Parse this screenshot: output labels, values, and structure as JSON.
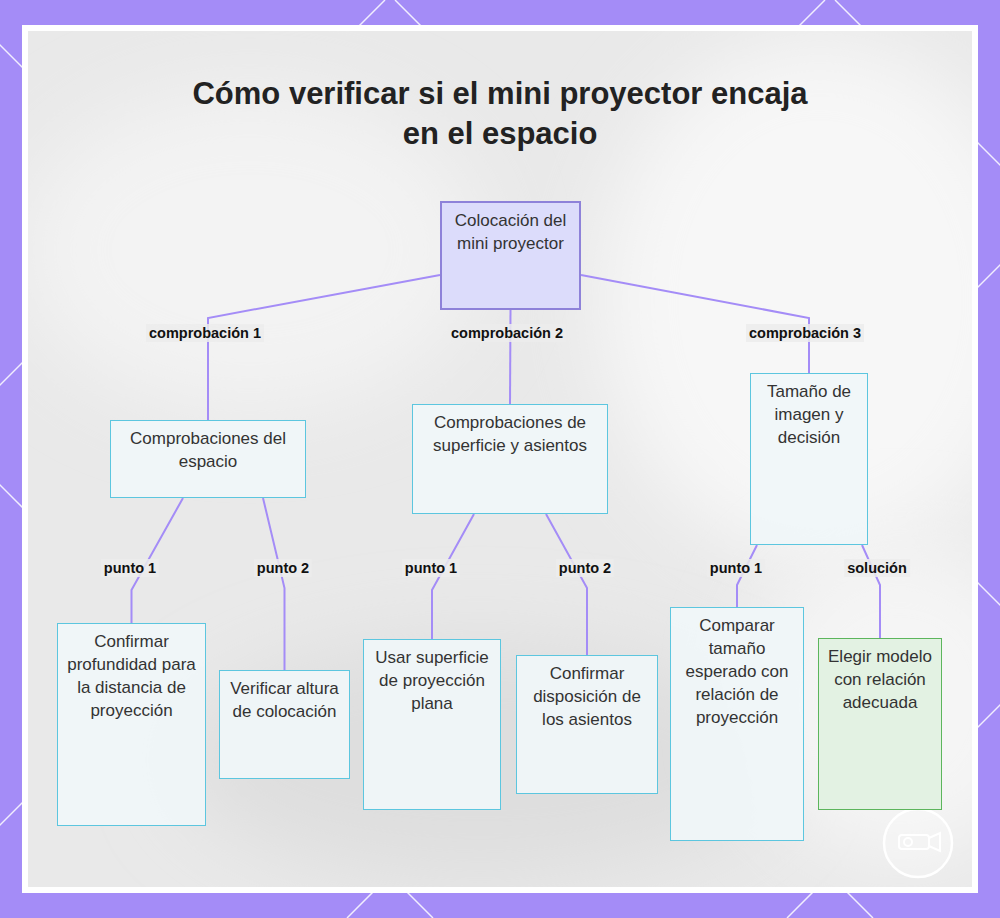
{
  "diagram": {
    "title": "Cómo verificar si el mini proyector encaja en el espacio",
    "nodes": [
      {
        "text": [
          "Colocación del mini proyector"
        ]
      },
      {
        "text": [
          "Comprobaciones del espacio"
        ]
      },
      {
        "text": [
          "Comprobaciones de superficie y asientos"
        ]
      },
      {
        "text": [
          "Tamaño de imagen y decisión"
        ]
      },
      {
        "text": [
          "Confirmar profundidad para la distancia de proyección"
        ]
      },
      {
        "text": [
          "Verificar altura de colocación"
        ]
      },
      {
        "text": [
          "Usar superficie de proyección plana"
        ]
      },
      {
        "text": [
          "Confirmar disposición de los asientos"
        ]
      },
      {
        "text": [
          "Comparar tamaño esperado con relación de proyección"
        ]
      },
      {
        "text": [
          "Elegir modelo con relación adecuada"
        ]
      }
    ],
    "edges": [
      {
        "from": 0,
        "to": 1,
        "arrow": "none",
        "label": "comprobación 1"
      },
      {
        "from": 0,
        "to": 2,
        "arrow": "none",
        "label": "comprobación 2"
      },
      {
        "from": 0,
        "to": 3,
        "arrow": "none",
        "label": "comprobación 3"
      },
      {
        "from": 1,
        "to": 4,
        "arrow": "none",
        "label": "punto 1"
      },
      {
        "from": 1,
        "to": 5,
        "arrow": "none",
        "label": "punto 2"
      },
      {
        "from": 2,
        "to": 6,
        "arrow": "none",
        "label": "punto 1"
      },
      {
        "from": 2,
        "to": 7,
        "arrow": "none",
        "label": "punto 2"
      },
      {
        "from": 3,
        "to": 8,
        "arrow": "none",
        "label": "punto 1"
      },
      {
        "from": 3,
        "to": 9,
        "arrow": "none",
        "label": "solución"
      }
    ]
  }
}
